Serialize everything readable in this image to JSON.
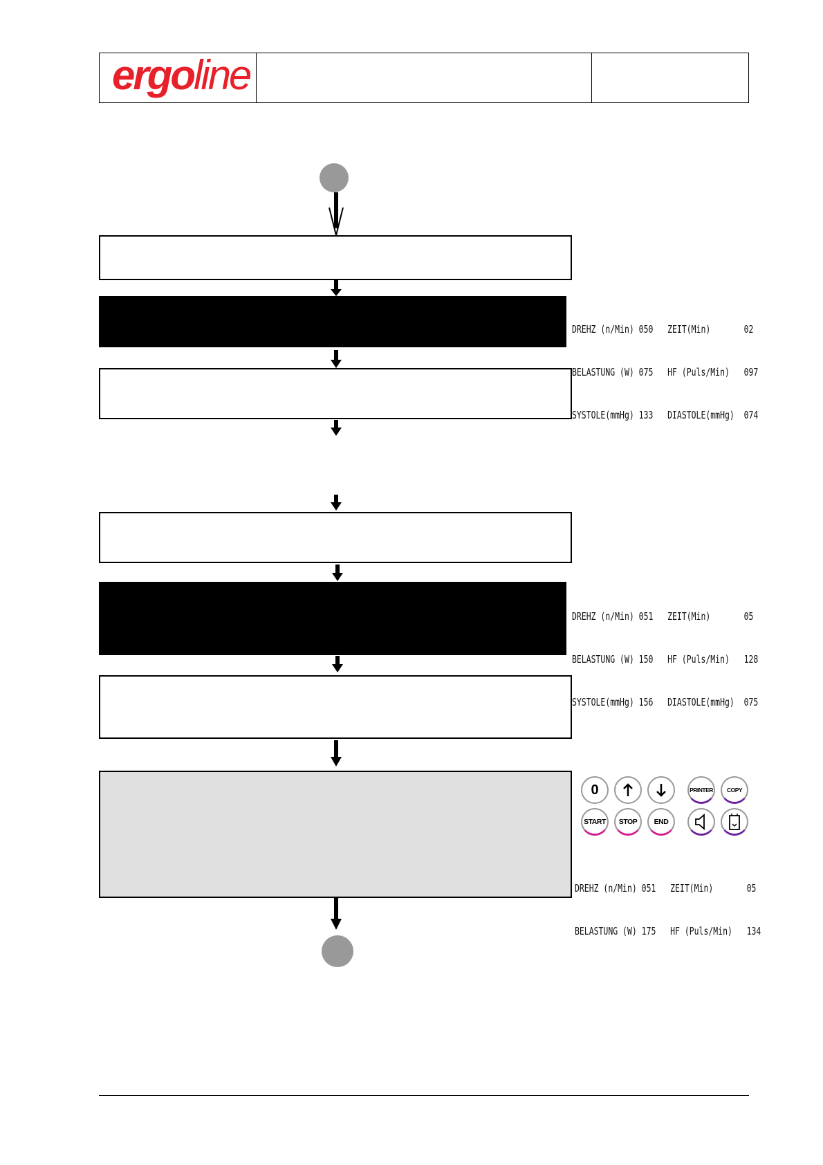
{
  "header": {
    "logo_text_bold": "ergo",
    "logo_text_light": "line",
    "logo_color": "#e8202a"
  },
  "readout_1": {
    "rows": [
      {
        "left": "DREHZ (n/Min) 050",
        "right": "ZEIT(Min)       02"
      },
      {
        "left": "BELASTUNG (W) 075",
        "right": "HF (Puls/Min)   097"
      },
      {
        "left": "SYSTOLE(mmHg) 133",
        "right": "DIASTOLE(mmHg)  074"
      }
    ]
  },
  "readout_2": {
    "rows": [
      {
        "left": "DREHZ (n/Min) 051",
        "right": "ZEIT(Min)       05"
      },
      {
        "left": "BELASTUNG (W) 150",
        "right": "HF (Puls/Min)   128"
      },
      {
        "left": "SYSTOLE(mmHg) 156",
        "right": "DIASTOLE(mmHg)  075"
      }
    ]
  },
  "readout_3": {
    "rows": [
      {
        "left": "DREHZ (n/Min) 051",
        "right": "ZEIT(Min)       05"
      },
      {
        "left": "BELASTUNG (W) 175",
        "right": "HF (Puls/Min)   134"
      }
    ]
  },
  "keypad": {
    "zero": "0",
    "up_icon": "arrow-up-icon",
    "down_icon": "arrow-down-icon",
    "printer": "PRINTER",
    "copy": "COPY",
    "start": "START",
    "stop": "STOP",
    "end": "END",
    "speaker_icon": "speaker-icon",
    "device_icon": "recorder-icon",
    "accent_magenta": "#d41a8b",
    "accent_purple": "#6a1fa0"
  }
}
